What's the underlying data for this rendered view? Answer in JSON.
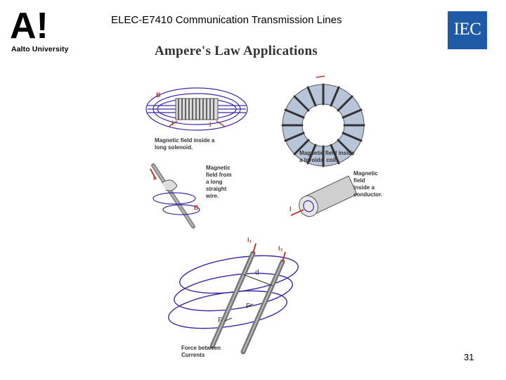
{
  "header": {
    "logo_mark": "A!",
    "logo_text": "Aalto University",
    "course_title": "ELEC-E7410  Communication Transmission Lines",
    "iec_logo_text": "IEC"
  },
  "figure": {
    "title": "Ampere's Law Applications",
    "solenoid_caption_1": "Magnetic field inside a",
    "solenoid_caption_2": "long solenoid.",
    "solenoid_B": "B",
    "solenoid_I1": "I",
    "solenoid_I2": "I",
    "toroid_caption_1": "Magnetic field inside",
    "toroid_caption_2": "a toroidal coil.",
    "wire_caption_1": "Magnetic",
    "wire_caption_2": "field from",
    "wire_caption_3": "a long",
    "wire_caption_4": "straight",
    "wire_caption_5": "wire.",
    "wire_I": "I",
    "wire_B": "B",
    "conductor_caption_1": "Magnetic",
    "conductor_caption_2": "field",
    "conductor_caption_3": "inside a",
    "conductor_caption_4": "conductor.",
    "conductor_I": "I",
    "parallel_I1": "I₁",
    "parallel_I2": "I₂",
    "parallel_d": "d",
    "parallel_F1": "F",
    "parallel_F2": "F",
    "parallel_caption_1": "Force between",
    "parallel_caption_2": "Currents"
  },
  "page_number": "31",
  "colors": {
    "iec_blue": "#1e5aa6",
    "aalto_red": "#e8262c",
    "field_blue": "#3a2aa8"
  }
}
